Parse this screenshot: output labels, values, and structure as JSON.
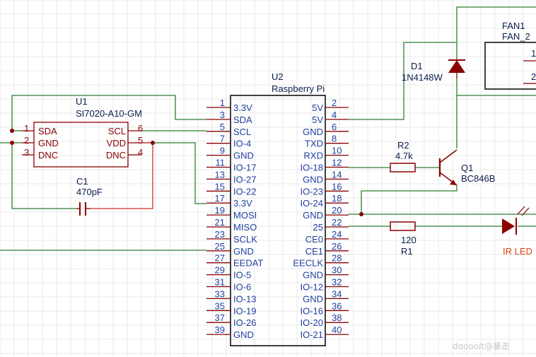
{
  "colors": {
    "grid": "#e9e9e9",
    "wire": "#2e7d32",
    "wire_red": "#d32f2f",
    "pin": "#8b0000",
    "body": "#8b0000",
    "ic_outline": "#000000",
    "text_blue": "#1f3f9f",
    "text_dark": "#0b1c4d",
    "ir_led_text": "#d84315",
    "junction": "#8b0000",
    "watermark": "#c8c8c8"
  },
  "u2": {
    "designator": "U2",
    "part": "Raspberry Pi",
    "left_pins": [
      {
        "num": "1",
        "name": "3.3V"
      },
      {
        "num": "3",
        "name": "SDA"
      },
      {
        "num": "5",
        "name": "SCL"
      },
      {
        "num": "7",
        "name": "IO-4"
      },
      {
        "num": "9",
        "name": "GND"
      },
      {
        "num": "11",
        "name": "IO-17"
      },
      {
        "num": "13",
        "name": "IO-27"
      },
      {
        "num": "15",
        "name": "IO-22"
      },
      {
        "num": "17",
        "name": "3.3V"
      },
      {
        "num": "19",
        "name": "MOSI"
      },
      {
        "num": "21",
        "name": "MISO"
      },
      {
        "num": "23",
        "name": "SCLK"
      },
      {
        "num": "25",
        "name": "GND"
      },
      {
        "num": "27",
        "name": "EEDAT"
      },
      {
        "num": "29",
        "name": "IO-5"
      },
      {
        "num": "31",
        "name": "IO-6"
      },
      {
        "num": "33",
        "name": "IO-13"
      },
      {
        "num": "35",
        "name": "IO-19"
      },
      {
        "num": "37",
        "name": "IO-26"
      },
      {
        "num": "39",
        "name": "GND"
      }
    ],
    "right_pins": [
      {
        "num": "2",
        "name": "5V"
      },
      {
        "num": "4",
        "name": "5V"
      },
      {
        "num": "6",
        "name": "GND"
      },
      {
        "num": "8",
        "name": "TXD"
      },
      {
        "num": "10",
        "name": "RXD"
      },
      {
        "num": "12",
        "name": "IO-18"
      },
      {
        "num": "14",
        "name": "GND"
      },
      {
        "num": "16",
        "name": "IO-23"
      },
      {
        "num": "18",
        "name": "IO-24"
      },
      {
        "num": "20",
        "name": "GND"
      },
      {
        "num": "22",
        "name": "25"
      },
      {
        "num": "24",
        "name": "CE0"
      },
      {
        "num": "26",
        "name": "CE1"
      },
      {
        "num": "28",
        "name": "EECLK"
      },
      {
        "num": "30",
        "name": "GND"
      },
      {
        "num": "32",
        "name": "IO-12"
      },
      {
        "num": "34",
        "name": "GND"
      },
      {
        "num": "36",
        "name": "IO-16"
      },
      {
        "num": "38",
        "name": "IO-20"
      },
      {
        "num": "40",
        "name": "IO-21"
      }
    ]
  },
  "u1": {
    "designator": "U1",
    "part": "SI7020-A10-GM",
    "left_pins": [
      {
        "num": "1",
        "name": "SDA"
      },
      {
        "num": "2",
        "name": "GND"
      },
      {
        "num": "3",
        "name": "DNC"
      }
    ],
    "right_pins": [
      {
        "num": "6",
        "name": "SCL"
      },
      {
        "num": "5",
        "name": "VDD"
      },
      {
        "num": "4",
        "name": "DNC"
      }
    ]
  },
  "c1": {
    "designator": "C1",
    "value": "470pF"
  },
  "r2": {
    "designator": "R2",
    "value": "4.7k"
  },
  "r1": {
    "designator": "R1",
    "value": "120"
  },
  "q1": {
    "designator": "Q1",
    "part": "BC846B"
  },
  "d1": {
    "designator": "D1",
    "part": "1N4148W"
  },
  "fan1": {
    "designator": "FAN1",
    "part": "FAN_2",
    "pins": [
      "1",
      "2"
    ]
  },
  "led": {
    "label": "IR LED"
  },
  "watermark": "dooooit@暴走"
}
